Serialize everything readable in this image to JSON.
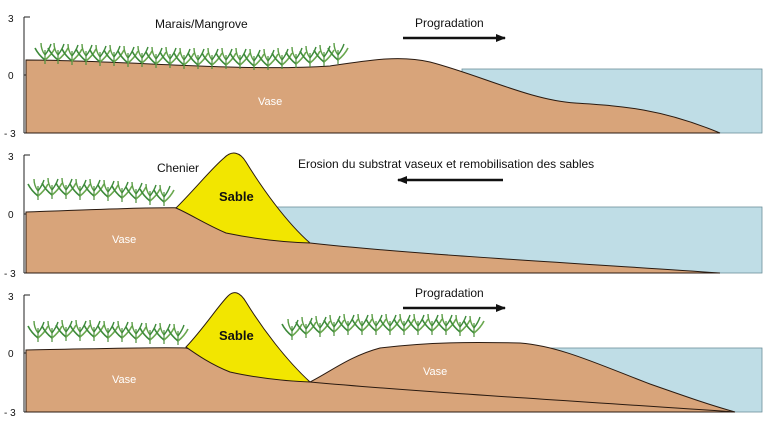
{
  "axis_ticks": {
    "top": "3",
    "zero": "0",
    "bottom": "- 3"
  },
  "panels": [
    {
      "title": "Marais/Mangrove",
      "process": "Progradation",
      "arrow_direction": "right",
      "labels": {
        "vase": "Vase"
      }
    },
    {
      "title": "Chenier",
      "process": "Erosion du substrat vaseux et remobilisation des sables",
      "arrow_direction": "left",
      "labels": {
        "vase": "Vase",
        "sable": "Sable"
      }
    },
    {
      "title": "",
      "process": "Progradation",
      "arrow_direction": "right",
      "labels": {
        "vase_left": "Vase",
        "vase_right": "Vase",
        "sable": "Sable"
      }
    }
  ],
  "colors": {
    "mud": "#d8a47a",
    "water": "#bfdde6",
    "sand": "#f2e600",
    "vegetation": "#3d8a3a",
    "outline": "#2a1a10"
  }
}
